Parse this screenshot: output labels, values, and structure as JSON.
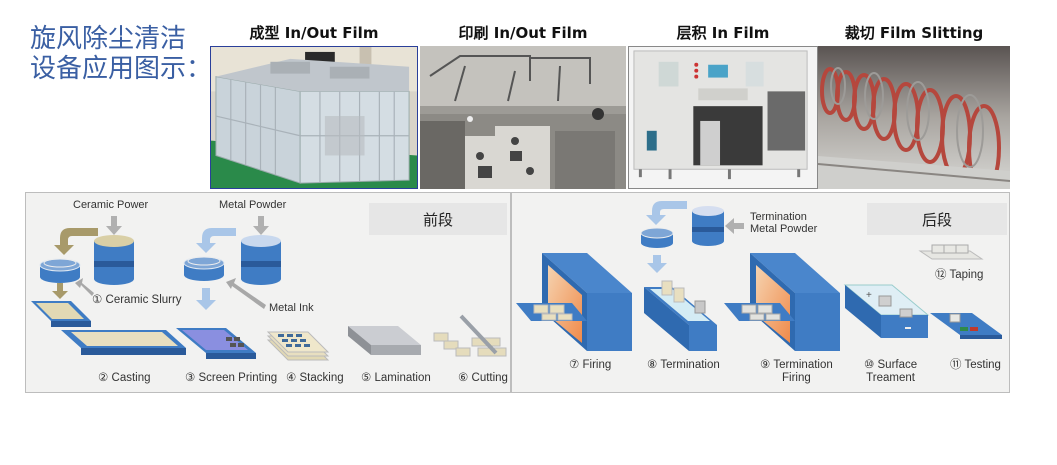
{
  "heading": {
    "line1": "旋风除尘清洁",
    "line2": "设备应用图示："
  },
  "photos": [
    {
      "label": "成型 In/Out Film",
      "subject": "enclosed clean-room forming machine"
    },
    {
      "label": "印刷 In/Out Film",
      "subject": "printing machine"
    },
    {
      "label": "层积 In Film",
      "subject": "lamination / stacking machine"
    },
    {
      "label": "裁切 Film Slitting",
      "subject": "film slitting rollers"
    }
  ],
  "front_stage": {
    "tag": "前段",
    "annotations": {
      "ceramic_power": "Ceramic Power",
      "metal_powder": "Metal Powder",
      "metal_ink": "Metal Ink"
    },
    "steps": [
      {
        "num": "①",
        "label": "Ceramic Slurry"
      },
      {
        "num": "②",
        "label": "Casting"
      },
      {
        "num": "③",
        "label": "Screen Printing"
      },
      {
        "num": "④",
        "label": "Stacking"
      },
      {
        "num": "⑤",
        "label": "Lamination"
      },
      {
        "num": "⑥",
        "label": "Cutting"
      }
    ]
  },
  "back_stage": {
    "tag": "后段",
    "annotations": {
      "termination_line1": "Termination",
      "termination_line2": "Metal Powder"
    },
    "steps": [
      {
        "num": "⑦",
        "label": "Firing"
      },
      {
        "num": "⑧",
        "label": "Termination"
      },
      {
        "num": "⑨",
        "label": "Termination",
        "label2": "Firing"
      },
      {
        "num": "⑩",
        "label": "Surface",
        "label2": "Treament"
      },
      {
        "num": "⑪",
        "label": "Testing"
      },
      {
        "num": "⑫",
        "label": "Taping"
      }
    ]
  },
  "colors": {
    "heading": "#3a5fa3",
    "equipment_blue": "#3f7cc4",
    "equipment_dark": "#2a5a9a",
    "arrow_tan": "#a89a6a",
    "arrow_light_blue": "#a9c6e8",
    "arrow_grey": "#b0b0b0"
  }
}
